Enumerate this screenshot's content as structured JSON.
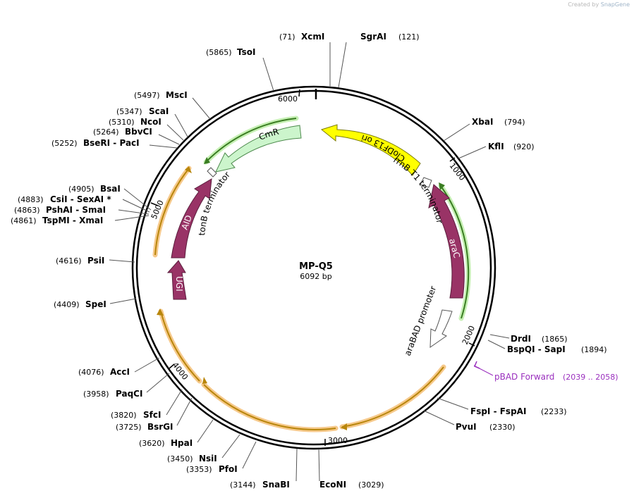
{
  "credit": {
    "prefix": "Created by",
    "brand": "SnapGene"
  },
  "plasmid": {
    "name": "MP-Q5",
    "length_label": "6092 bp",
    "length": 6092
  },
  "ticks": [
    {
      "pos": 1000,
      "label": "1000"
    },
    {
      "pos": 2000,
      "label": "2000"
    },
    {
      "pos": 3000,
      "label": "3000"
    },
    {
      "pos": 4000,
      "label": "4000"
    },
    {
      "pos": 5000,
      "label": "5000"
    },
    {
      "pos": 6000,
      "label": "6000"
    }
  ],
  "features": [
    {
      "name": "CloDF13 ori",
      "color": "#ffff00",
      "type": "arrow",
      "label_inside": true
    },
    {
      "name": "CmR",
      "color": "#ccf5cc",
      "type": "arrow",
      "label_inside": true
    },
    {
      "name": "araC",
      "color": "#993366",
      "type": "arrow",
      "label_inside": true
    },
    {
      "name": "AID",
      "color": "#993366",
      "type": "arrow",
      "label_inside": true
    },
    {
      "name": "UGI",
      "color": "#993366",
      "type": "arrow",
      "label_inside": true
    },
    {
      "name": "rrnB T1 terminator",
      "color": "#ffffff",
      "type": "terminator",
      "label_inside": false
    },
    {
      "name": "tonB terminator",
      "color": "#ffffff",
      "type": "terminator",
      "label_inside": false
    },
    {
      "name": "araBAD promoter",
      "color": "#ffffff",
      "type": "promoter",
      "label_inside": false
    }
  ],
  "primer": {
    "name": "pBAD Forward",
    "range": "(2039 .. 2058)",
    "color": "#9a2fbe"
  },
  "sites": [
    {
      "name": "XcmI",
      "pos": "(71)"
    },
    {
      "name": "SgrAI",
      "pos": "(121)"
    },
    {
      "name": "TsoI",
      "pos": "(5865)"
    },
    {
      "name": "MscI",
      "pos": "(5497)"
    },
    {
      "name": "ScaI",
      "pos": "(5347)"
    },
    {
      "name": "NcoI",
      "pos": "(5310)"
    },
    {
      "name": "BbvCI",
      "pos": "(5264)"
    },
    {
      "name": "BseRI  -  PacI",
      "pos": "(5252)"
    },
    {
      "name": "XbaI",
      "pos": "(794)"
    },
    {
      "name": "KflI",
      "pos": "(920)"
    },
    {
      "name": "BsaI",
      "pos": "(4905)"
    },
    {
      "name": "CsiI  -  SexAI *",
      "pos": "(4883)"
    },
    {
      "name": "PshAI  -  SmaI",
      "pos": "(4863)"
    },
    {
      "name": "TspMI  -  XmaI",
      "pos": "(4861)"
    },
    {
      "name": "PsiI",
      "pos": "(4616)"
    },
    {
      "name": "SpeI",
      "pos": "(4409)"
    },
    {
      "name": "DrdI",
      "pos": "(1865)"
    },
    {
      "name": "BspQI  -  SapI",
      "pos": "(1894)"
    },
    {
      "name": "AccI",
      "pos": "(4076)"
    },
    {
      "name": "PaqCI",
      "pos": "(3958)"
    },
    {
      "name": "SfcI",
      "pos": "(3820)"
    },
    {
      "name": "BsrGI",
      "pos": "(3725)"
    },
    {
      "name": "HpaI",
      "pos": "(3620)"
    },
    {
      "name": "NsiI",
      "pos": "(3450)"
    },
    {
      "name": "PfoI",
      "pos": "(3353)"
    },
    {
      "name": "SnaBI",
      "pos": "(3144)"
    },
    {
      "name": "EcoNI",
      "pos": "(3029)"
    },
    {
      "name": "FspI  -  FspAI",
      "pos": "(2233)"
    },
    {
      "name": "PvuI",
      "pos": "(2330)"
    }
  ]
}
